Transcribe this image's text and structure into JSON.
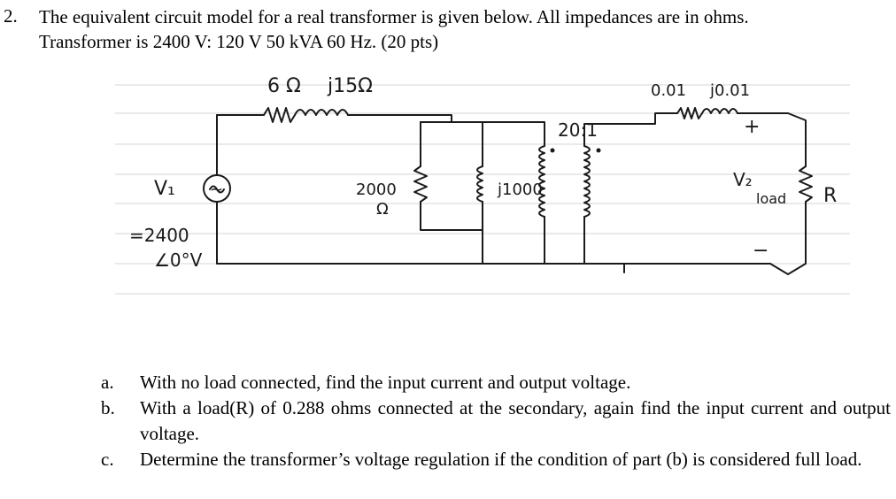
{
  "question": {
    "number": "2.",
    "line1": "The equivalent circuit model for a real transformer is given below. All impedances are in ohms.",
    "line2": "Transformer is 2400 V: 120 V 50 kVA 60 Hz. (20 pts)"
  },
  "circuit": {
    "r1": "6 Ω",
    "x1": "j15Ω",
    "r2": "0.01",
    "x2": "j0.01",
    "ratio": "20:1",
    "rc": "2000",
    "rc_unit": "Ω",
    "xm": "j1000",
    "v1_symbol": "V₁",
    "v1_value": "=2400",
    "v1_angle": "∠0°V",
    "source": "~",
    "v2_symbol": "V₂",
    "load_label": "load",
    "load_r": "R",
    "plus": "+",
    "minus": "−"
  },
  "parts": [
    {
      "label": "a.",
      "text": "With no load connected, find the input current and output voltage."
    },
    {
      "label": "b.",
      "text": "With a load(R) of 0.288 ohms connected at the secondary, again find the input current and output voltage."
    },
    {
      "label": "c.",
      "text": "Determine the transformer’s voltage regulation if the condition of part (b) is considered full load."
    }
  ]
}
